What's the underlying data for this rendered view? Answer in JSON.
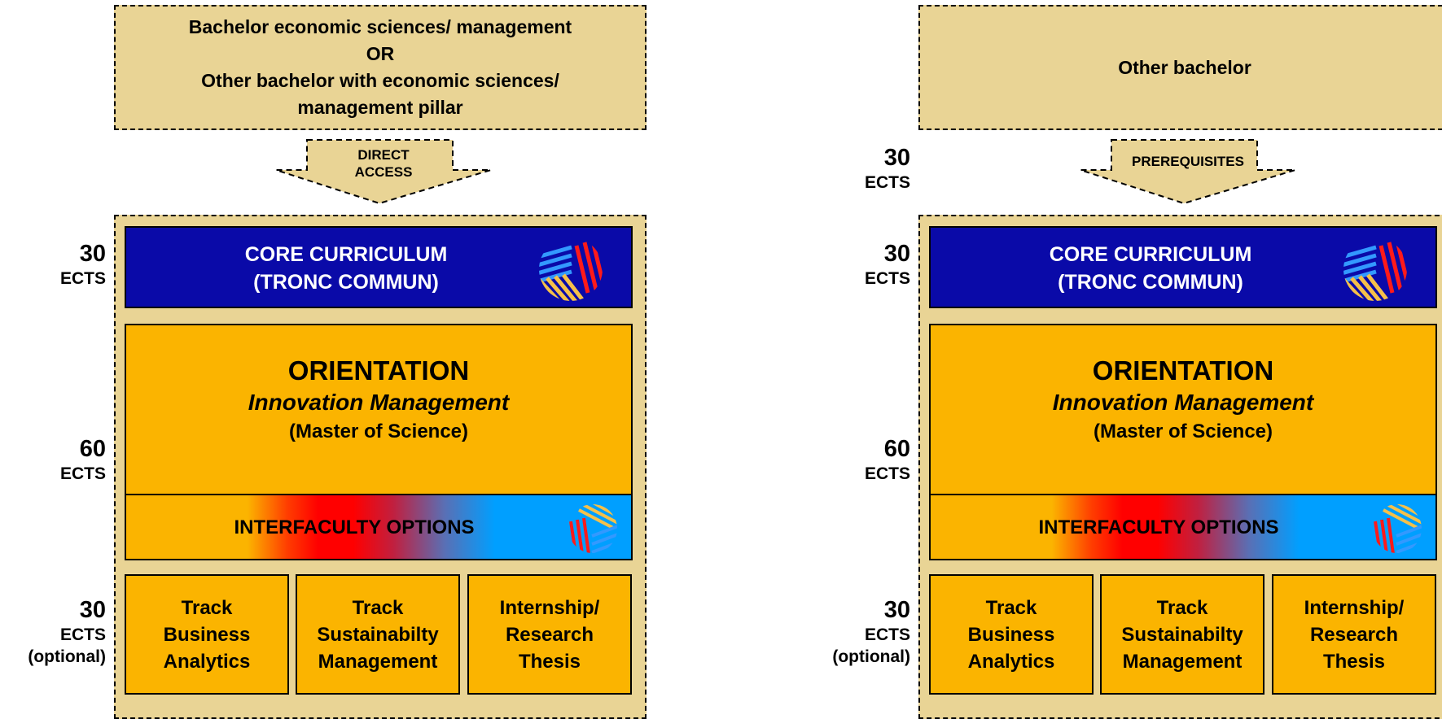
{
  "colors": {
    "frame_fill": "#e9d495",
    "core_blue": "#0a0aa8",
    "orange": "#fbb400",
    "red": "#ff0000",
    "light_blue": "#009fff"
  },
  "panels": [
    {
      "bachelor_lines": [
        "Bachelor economic sciences/ management",
        "OR",
        "Other bachelor with economic sciences/",
        "management pillar"
      ],
      "arrow_lines": [
        "DIRECT",
        "ACCESS"
      ],
      "prereq_ects": null,
      "core": {
        "ects_num": "30",
        "ects_unit": "ECTS",
        "lines": [
          "CORE CURRICULUM",
          "(TRONC COMMUN)"
        ]
      },
      "orientation": {
        "ects_num": "60",
        "ects_unit": "ECTS",
        "title": "ORIENTATION",
        "subtitle": "Innovation Management",
        "degree": "(Master of Science)"
      },
      "interfaculty": "INTERFACULTY OPTIONS",
      "tracks": {
        "ects_num": "30",
        "ects_unit": "ECTS",
        "ects_note": "(optional)",
        "items": [
          [
            "Track",
            "Business",
            "Analytics"
          ],
          [
            "Track",
            "Sustainabilty",
            "Management"
          ],
          [
            "Internship/",
            "Research",
            "Thesis"
          ]
        ]
      }
    },
    {
      "bachelor_lines": [
        "Other bachelor"
      ],
      "arrow_lines": [
        "PREREQUISITES"
      ],
      "prereq_ects": {
        "num": "30",
        "unit": "ECTS"
      },
      "core": {
        "ects_num": "30",
        "ects_unit": "ECTS",
        "lines": [
          "CORE CURRICULUM",
          "(TRONC COMMUN)"
        ]
      },
      "orientation": {
        "ects_num": "60",
        "ects_unit": "ECTS",
        "title": "ORIENTATION",
        "subtitle": "Innovation Management",
        "degree": "(Master of Science)"
      },
      "interfaculty": "INTERFACULTY OPTIONS",
      "tracks": {
        "ects_num": "30",
        "ects_unit": "ECTS",
        "ects_note": "(optional)",
        "items": [
          [
            "Track",
            "Business",
            "Analytics"
          ],
          [
            "Track",
            "Sustainabilty",
            "Management"
          ],
          [
            "Internship/",
            "Research",
            "Thesis"
          ]
        ]
      }
    }
  ]
}
